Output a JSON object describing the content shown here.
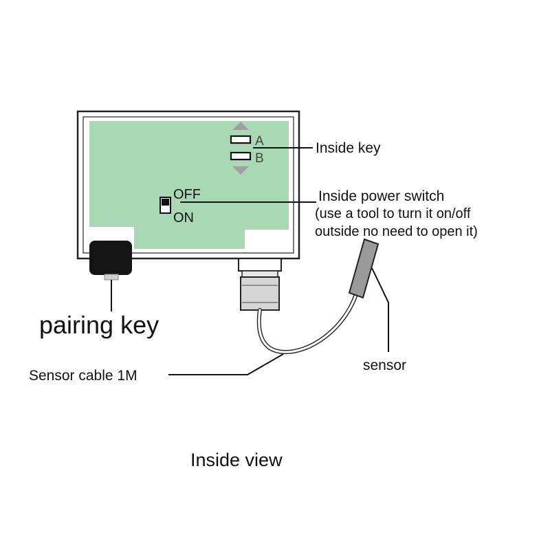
{
  "labels": {
    "key_a": "A",
    "key_b": "B",
    "switch_off": "OFF",
    "switch_on": "ON",
    "inside_key": "Inside key",
    "power_switch_title": "Inside power switch",
    "power_switch_note_1": "(use a tool to turn it on/off",
    "power_switch_note_2": "outside no need to open it)",
    "pairing_key": "pairing key",
    "sensor_cable": "Sensor cable 1M",
    "sensor": "sensor",
    "caption": "Inside view"
  },
  "colors": {
    "board_green": "#a8d8b4",
    "housing_outline": "#222222",
    "pairing_button": "#141414",
    "gland_gray": "#d6d6d6",
    "sensor_gray": "#9a9a9a",
    "arrow_gray": "#a0a0a0"
  }
}
